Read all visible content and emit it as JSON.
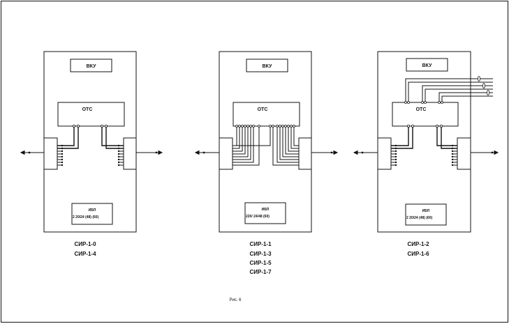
{
  "figure": {
    "caption": "Рис. 6",
    "colors": {
      "line": "#111111",
      "background": "#ffffff"
    }
  },
  "blocks": [
    {
      "id": "left",
      "top_label": "ВКУ",
      "core_label": "ОТС",
      "psu_label": "ИБП",
      "psu_value": "2 20/24 (48) (60)",
      "models": [
        "СИР-1-0",
        "СИР-1-4"
      ]
    },
    {
      "id": "middle",
      "top_label": "ВКУ",
      "core_label": "ОТС",
      "psu_label": "ИБП",
      "psu_value": "220/ 24/48 (60)",
      "models": [
        "СИР-1-1",
        "СИР-1-3",
        "СИР-1-5",
        "СИР-1-7"
      ]
    },
    {
      "id": "right",
      "top_label": "ВКУ",
      "core_label": "ОТС",
      "psu_label": "ИБП",
      "psu_value": "2 20/24 (48) (60)",
      "models": [
        "СИР-1-2",
        "СИР-1-6"
      ]
    }
  ]
}
